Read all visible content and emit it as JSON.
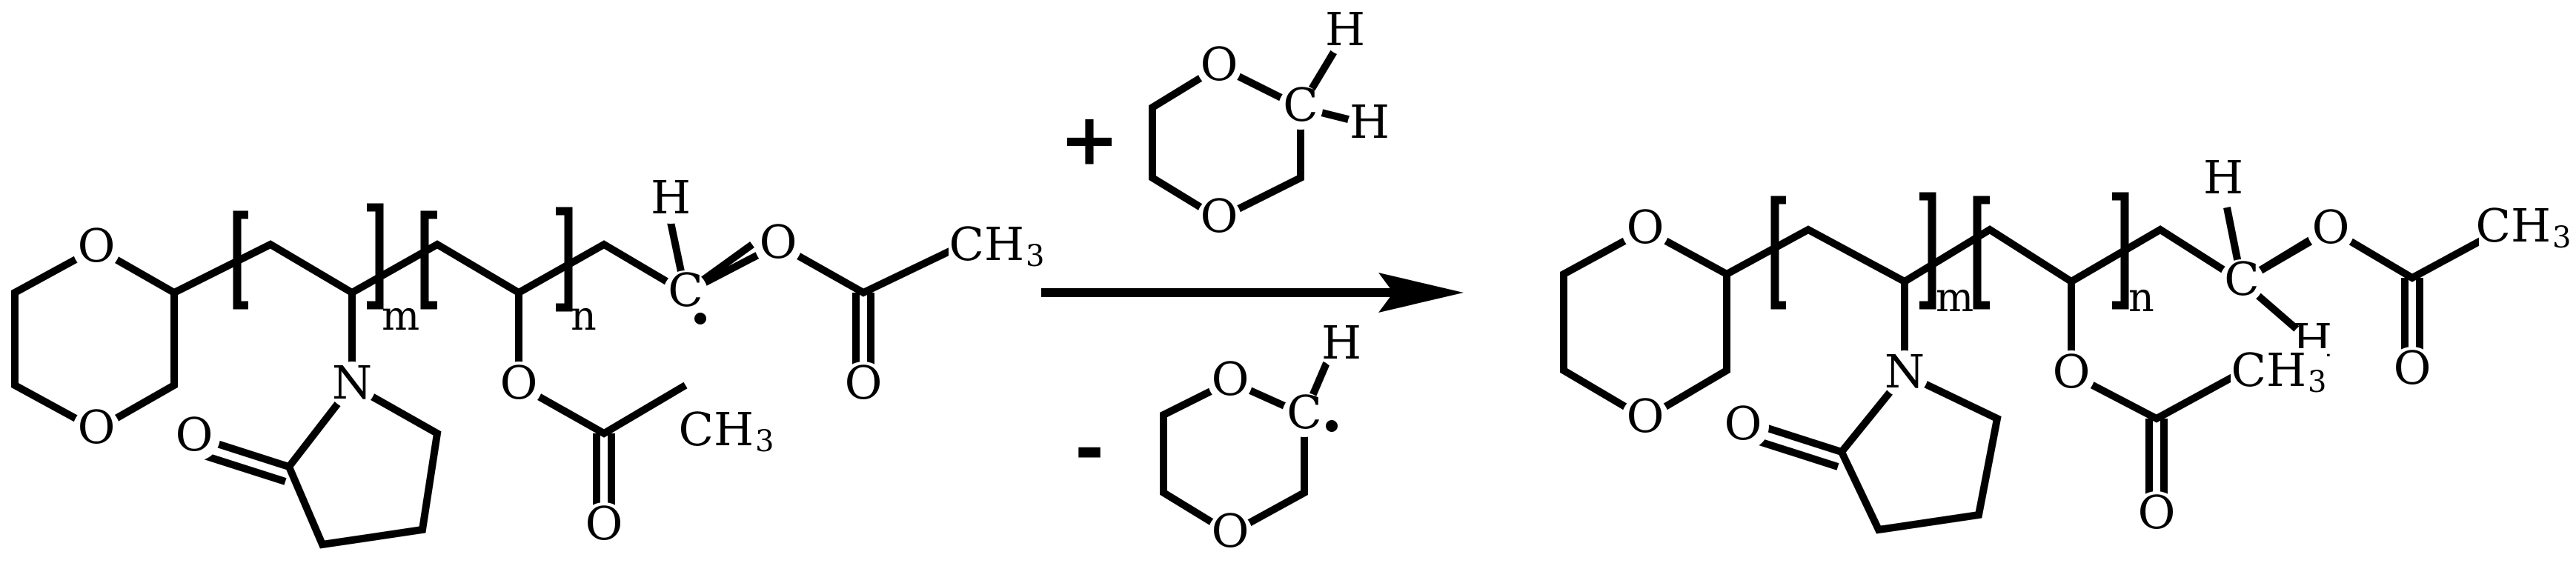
{
  "atoms": {
    "O": "O",
    "N": "N",
    "C": "C",
    "H": "H",
    "CH3_main": "CH",
    "CH3_sub": "3"
  },
  "repeat_indices": {
    "m": "m",
    "n": "n"
  },
  "reagent_signs": {
    "plus": "+",
    "minus": "-"
  },
  "reaction": {
    "reactant": "dioxanyl-terminated poly(N-vinylpyrrolidone-co-vinyl acetate) chain-end radical",
    "added_reagent": "1,4-dioxane",
    "released_species": "1,4-dioxanyl radical",
    "product": "hydrogen-terminated dioxanyl poly(N-vinylpyrrolidone-co-vinyl acetate)"
  }
}
